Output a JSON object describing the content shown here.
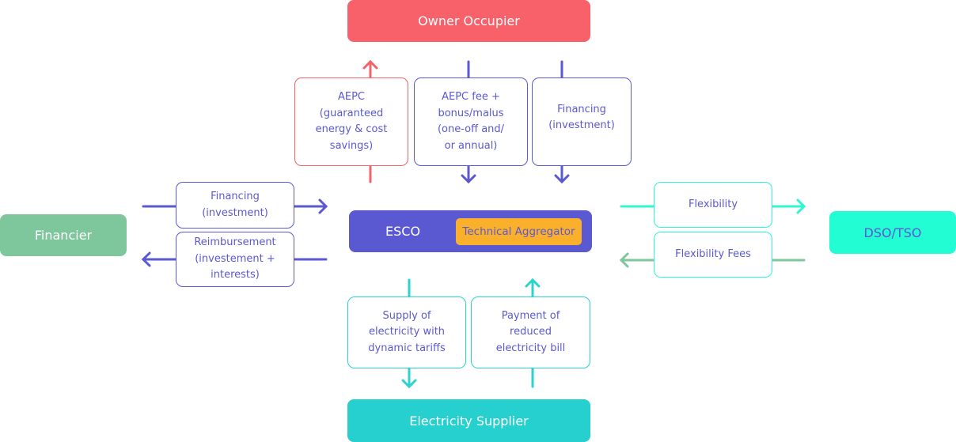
{
  "nodes": {
    "owner_occupier": "Owner Occupier",
    "financier": "Financier",
    "esco": "ESCO",
    "technical_aggregator": "Technical Aggregator",
    "dso_tso": "DSO/TSO",
    "electricity_supplier": "Electricity Supplier"
  },
  "flows": {
    "aepc": "AEPC\n(guaranteed\nenergy & cost\nsavings)",
    "aepc_fee": "AEPC fee +\nbonus/malus\n(one-off and/\nor annual)",
    "financing_owner": "Financing\n(investment)",
    "financing_financier": "Financing\n(investment)",
    "reimbursement": "Reimbursement\n(investement +\ninterests)",
    "flexibility": "Flexibility",
    "flexibility_fees": "Flexibility Fees",
    "supply": "Supply of\nelectricity with\ndynamic tariffs",
    "payment": "Payment of\nreduced\nelectricity bill"
  },
  "colors": {
    "owner": "#f8606a",
    "financier": "#7ec69c",
    "esco": "#5a59d1",
    "aggregator": "#fbb02c",
    "dso": "#22fdd4",
    "supplier": "#26d0ce"
  }
}
